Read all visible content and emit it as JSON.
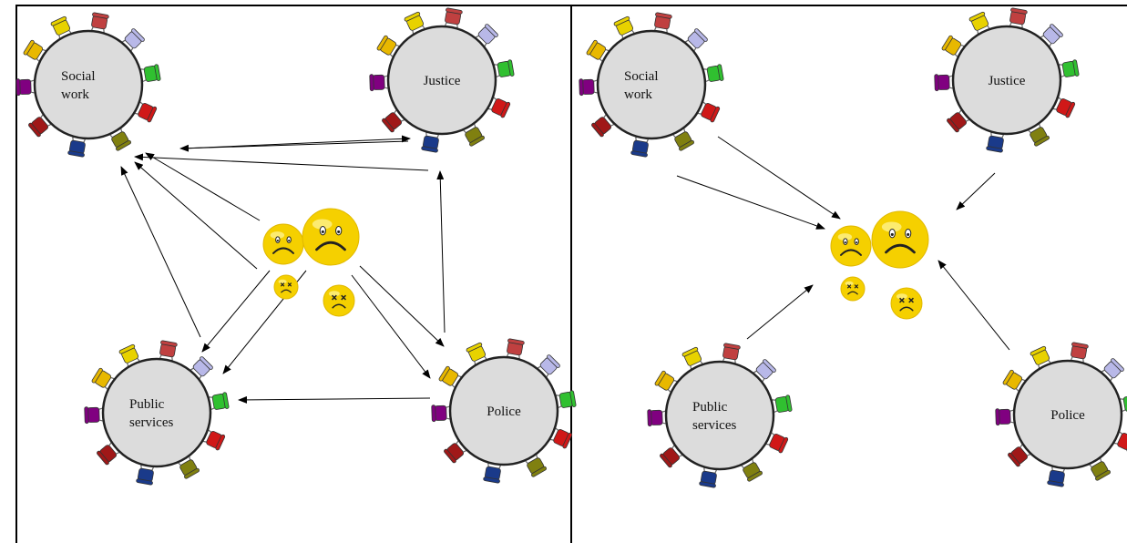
{
  "panels": [
    {
      "id": "before",
      "tables": [
        {
          "id": "social-work",
          "label_lines": [
            "Social",
            "work"
          ]
        },
        {
          "id": "justice",
          "label_lines": [
            "Justice"
          ]
        },
        {
          "id": "public-services",
          "label_lines": [
            "Public",
            "services"
          ]
        },
        {
          "id": "police",
          "label_lines": [
            "Police"
          ]
        }
      ],
      "faces": [
        {
          "id": "sad-face-small",
          "expression": "sad"
        },
        {
          "id": "sad-face-large",
          "expression": "sad"
        },
        {
          "id": "dizzy-face-small",
          "expression": "dizzy"
        },
        {
          "id": "dizzy-face-medium",
          "expression": "dizzy"
        }
      ]
    },
    {
      "id": "after",
      "tables": [
        {
          "id": "social-work",
          "label_lines": [
            "Social",
            "work"
          ]
        },
        {
          "id": "justice",
          "label_lines": [
            "Justice"
          ]
        },
        {
          "id": "public-services",
          "label_lines": [
            "Public",
            "services"
          ]
        },
        {
          "id": "police",
          "label_lines": [
            "Police"
          ]
        }
      ],
      "faces": [
        {
          "id": "sad-face-small",
          "expression": "sad"
        },
        {
          "id": "sad-face-large",
          "expression": "sad"
        },
        {
          "id": "dizzy-face-small",
          "expression": "dizzy"
        },
        {
          "id": "dizzy-face-medium",
          "expression": "dizzy"
        }
      ]
    }
  ],
  "colors": {
    "table_fill": "#dcdcdc",
    "table_stroke": "#222222",
    "face_fill": "#f5d000",
    "chair_colors": [
      "#e8d200",
      "#c04040",
      "#b8b8e8",
      "#30c030",
      "#d01818",
      "#808010",
      "#1a3a8a",
      "#a01818",
      "#800080",
      "#e8b800"
    ]
  }
}
